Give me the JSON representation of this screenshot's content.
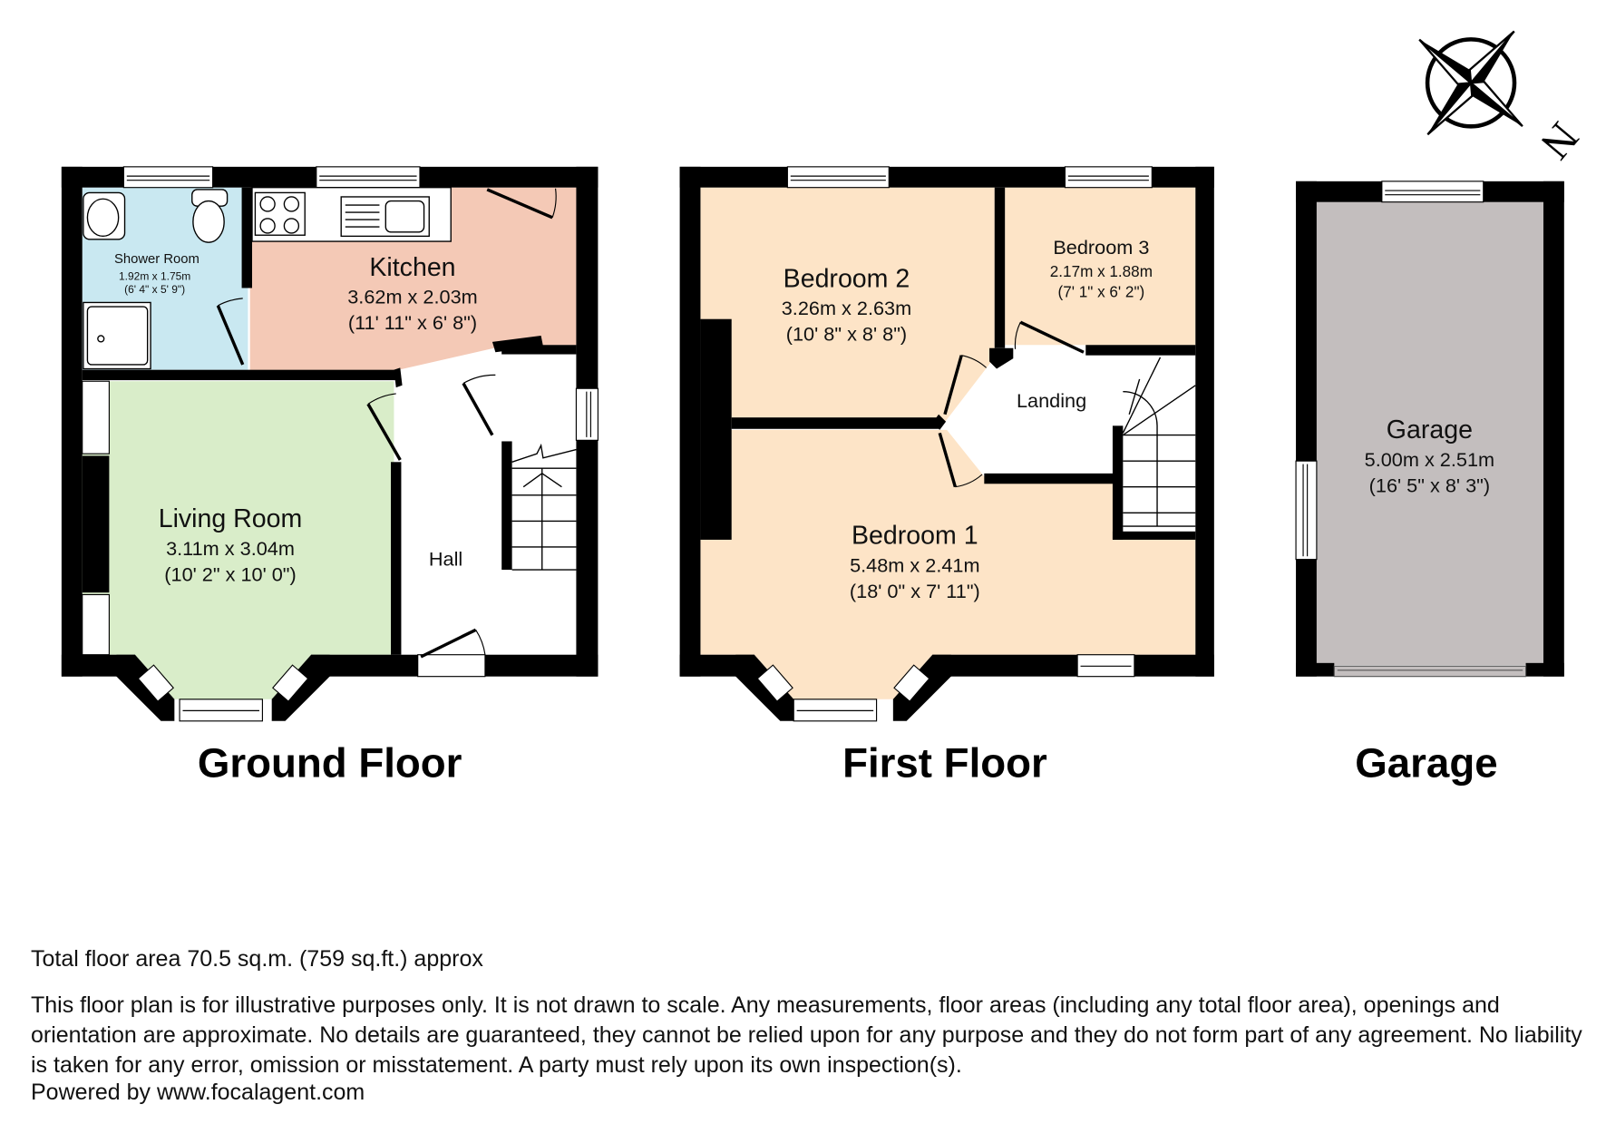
{
  "plan": {
    "compass": {
      "label": "N"
    },
    "floors": [
      {
        "title": "Ground Floor",
        "rooms": [
          {
            "name": "Shower Room",
            "metric": "1.92m x 1.75m",
            "imperial": "(6' 4\" x 5' 9\")",
            "color": "#c9e8f1"
          },
          {
            "name": "Kitchen",
            "metric": "3.62m x 2.03m",
            "imperial": "(11' 11\" x 6' 8\")",
            "color": "#f4c9b6"
          },
          {
            "name": "Living Room",
            "metric": "3.11m x 3.04m",
            "imperial": "(10' 2\" x 10' 0\")",
            "color": "#d9edc9"
          },
          {
            "name": "Hall"
          }
        ]
      },
      {
        "title": "First Floor",
        "rooms": [
          {
            "name": "Bedroom 2",
            "metric": "3.26m x 2.63m",
            "imperial": "(10' 8\" x 8' 8\")",
            "color": "#fde4c7"
          },
          {
            "name": "Bedroom 3",
            "metric": "2.17m x 1.88m",
            "imperial": "(7' 1\" x 6' 2\")",
            "color": "#fde4c7"
          },
          {
            "name": "Landing"
          },
          {
            "name": "Bedroom 1",
            "metric": "5.48m x 2.41m",
            "imperial": "(18' 0\" x 7' 11\")",
            "color": "#fde4c7"
          }
        ]
      },
      {
        "title": "Garage",
        "rooms": [
          {
            "name": "Garage",
            "metric": "5.00m x 2.51m",
            "imperial": "(16' 5\" x 8' 3\")",
            "color": "#c3bebe"
          }
        ]
      }
    ]
  },
  "footer": {
    "total_area": "Total floor area 70.5 sq.m. (759 sq.ft.) approx",
    "disclaimer": "This floor plan is for illustrative purposes only. It is not drawn to scale. Any measurements, floor areas (including any total floor area), openings and orientation are approximate. No details are guaranteed, they cannot be relied upon for any purpose and they do not form part of any agreement. No liability is taken for any error, omission or misstatement. A party must rely upon its own inspection(s).",
    "powered_by": "Powered by www.focalagent.com"
  }
}
